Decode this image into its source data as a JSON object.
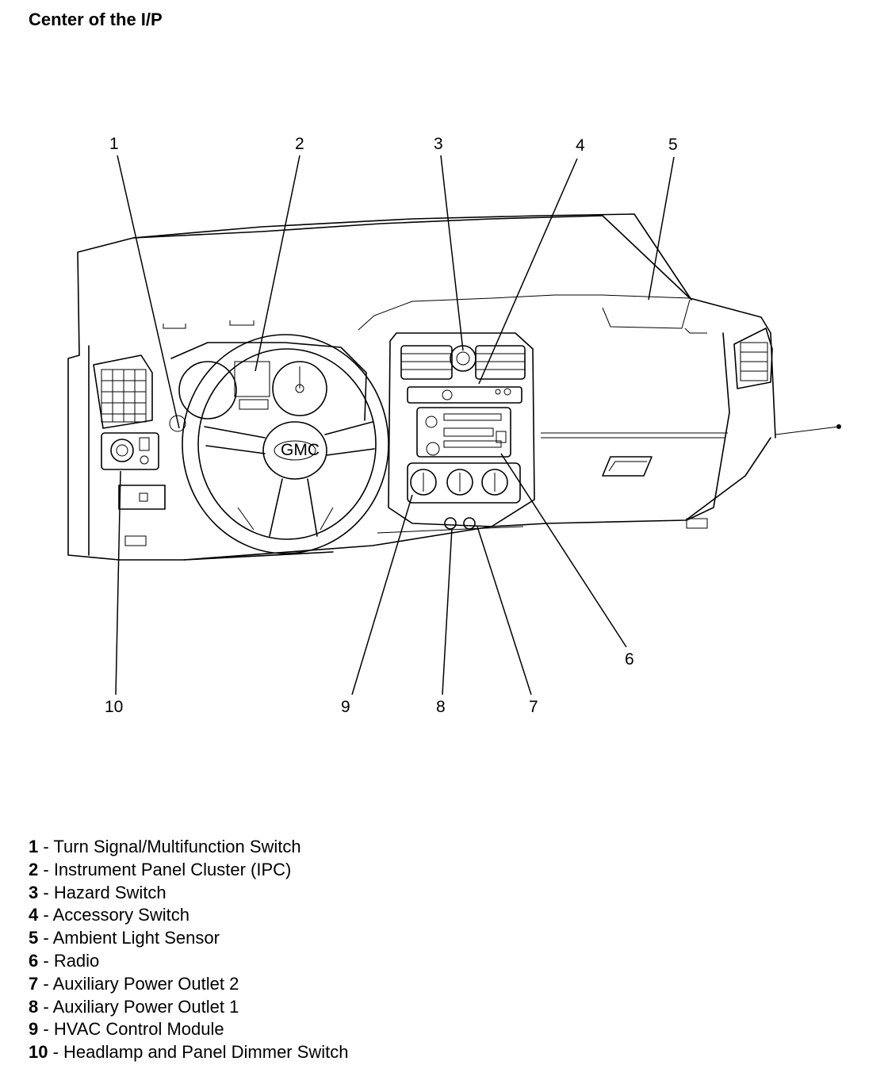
{
  "title": "Center of the I/P",
  "callouts": [
    {
      "id": "1",
      "label": "1"
    },
    {
      "id": "2",
      "label": "2"
    },
    {
      "id": "3",
      "label": "3"
    },
    {
      "id": "4",
      "label": "4"
    },
    {
      "id": "5",
      "label": "5"
    },
    {
      "id": "6",
      "label": "6"
    },
    {
      "id": "7",
      "label": "7"
    },
    {
      "id": "8",
      "label": "8"
    },
    {
      "id": "9",
      "label": "9"
    },
    {
      "id": "10",
      "label": "10"
    }
  ],
  "legend": [
    {
      "num": "1",
      "sep": " - ",
      "text": "Turn Signal/Multifunction Switch"
    },
    {
      "num": "2",
      "sep": " - ",
      "text": "Instrument Panel Cluster (IPC)"
    },
    {
      "num": "3",
      "sep": " - ",
      "text": "Hazard Switch"
    },
    {
      "num": "4",
      "sep": " - ",
      "text": "Accessory Switch"
    },
    {
      "num": "5",
      "sep": " - ",
      "text": "Ambient Light Sensor"
    },
    {
      "num": "6",
      "sep": " - ",
      "text": "Radio"
    },
    {
      "num": "7",
      "sep": " - ",
      "text": "Auxiliary Power Outlet 2"
    },
    {
      "num": "8",
      "sep": " - ",
      "text": "Auxiliary Power Outlet 1"
    },
    {
      "num": "9",
      "sep": " - ",
      "text": "HVAC Control Module"
    },
    {
      "num": "10",
      "sep": " - ",
      "text": "Headlamp and Panel Dimmer Switch"
    }
  ],
  "logo_text": "GMC"
}
